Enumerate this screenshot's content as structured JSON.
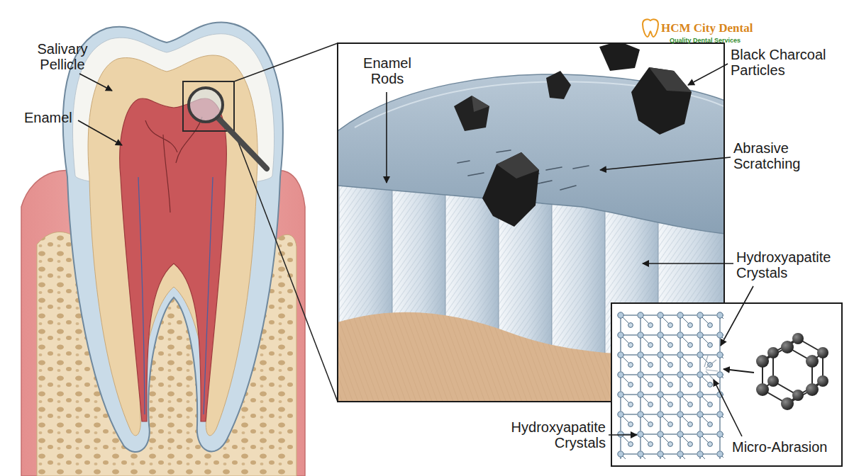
{
  "diagram": {
    "labels": [
      "Salivary Pellicle",
      "Enamel",
      "Enamel Rods",
      "Black Charcoal Particles",
      "Abrasive Scratching",
      "Hydroxyapatite Crystals",
      "Hydroxyapatite Crystals",
      "Micro-Abrasion",
      "HCM City Dental",
      "Quality Dental Services"
    ]
  }
}
